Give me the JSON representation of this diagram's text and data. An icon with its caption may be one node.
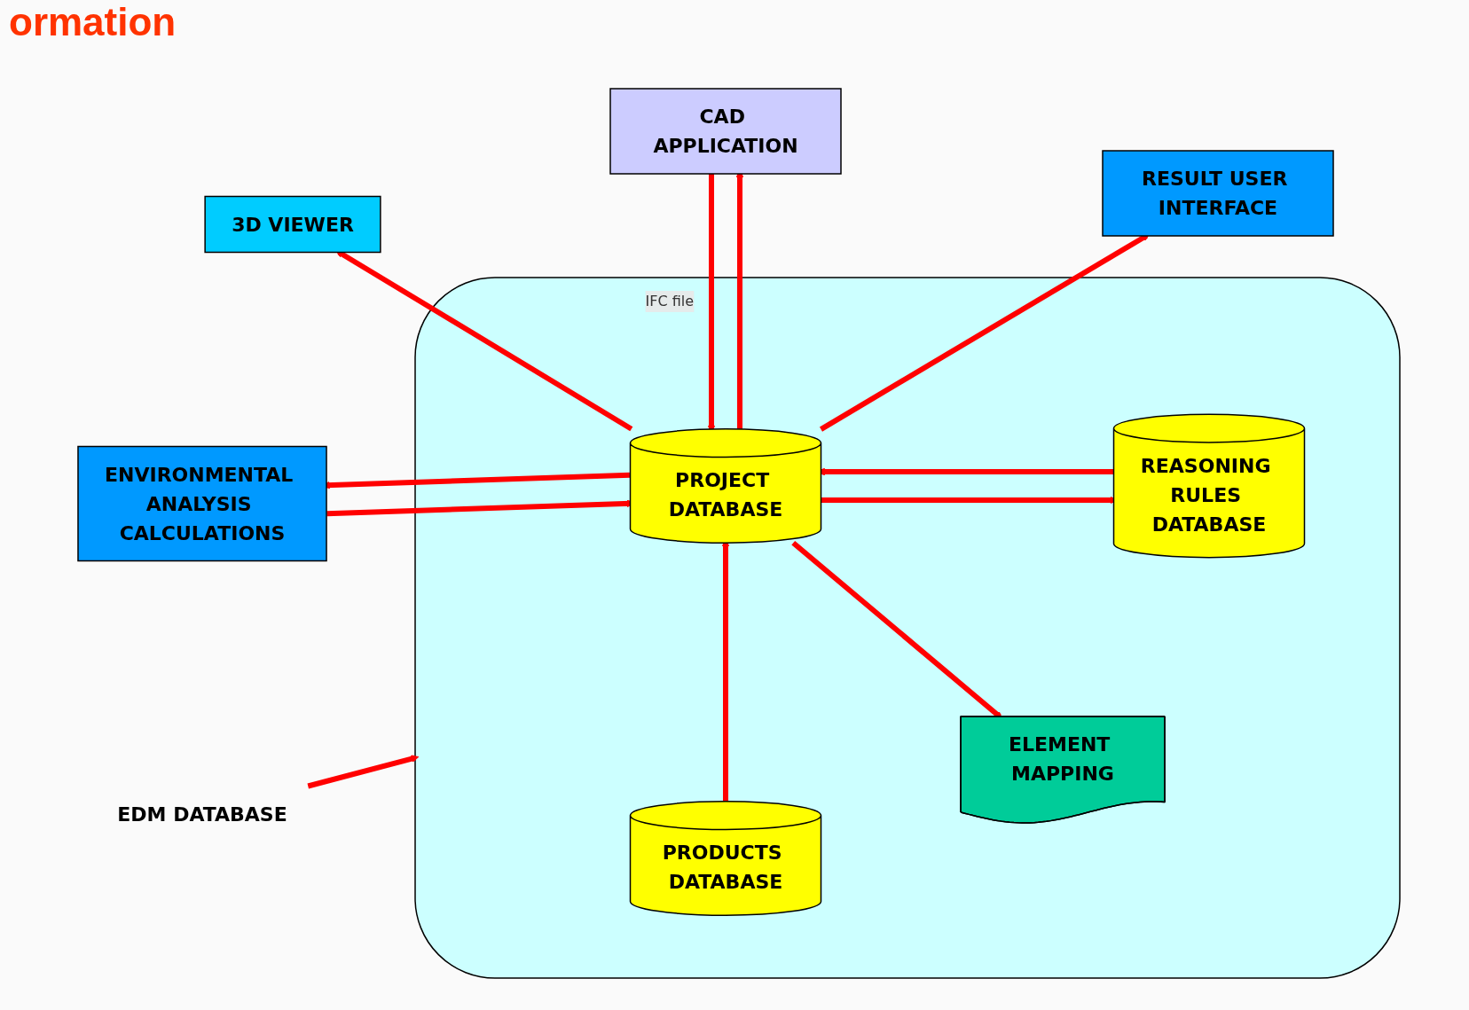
{
  "diagram": {
    "title": "ormation",
    "nodes": [
      {
        "text": [
          "CAD APPLICATION"
        ]
      },
      {
        "text": [
          "3D VIEWER"
        ]
      },
      {
        "text": [
          "RESULT USER INTERFACE"
        ]
      },
      {
        "text": [],
        "shape": "cloud"
      },
      {
        "text": [
          "PROJECT DATABASE"
        ],
        "in": 3
      },
      {
        "text": [
          "ENVIRONMENTAL ANALYSIS CALCULATIONS"
        ]
      },
      {
        "text": [
          "REASONING RULES DATABASE"
        ],
        "in": 3
      },
      {
        "text": [
          "ELEMENT MAPPING"
        ],
        "in": 3
      },
      {
        "text": [
          "EDM DATABASE"
        ]
      },
      {
        "text": [
          "PRODUCTS DATABASE"
        ],
        "in": 3
      }
    ],
    "edges": [
      {
        "from": 0,
        "to": 4,
        "arrow": "to",
        "label": "IFC file"
      },
      {
        "from": 4,
        "to": 0,
        "arrow": "to"
      },
      {
        "from": 4,
        "to": 1,
        "arrow": "to"
      },
      {
        "from": 4,
        "to": 2,
        "arrow": "to"
      },
      {
        "from": 5,
        "to": 4,
        "arrow": "to"
      },
      {
        "from": 4,
        "to": 5,
        "arrow": "to"
      },
      {
        "from": 6,
        "to": 4,
        "arrow": "to"
      },
      {
        "from": 4,
        "to": 6,
        "arrow": "to"
      },
      {
        "from": 4,
        "to": 7,
        "arrow": "to"
      },
      {
        "from": 9,
        "to": 4,
        "arrow": "to"
      },
      {
        "from": 8,
        "to": 3,
        "arrow": "to"
      }
    ]
  }
}
